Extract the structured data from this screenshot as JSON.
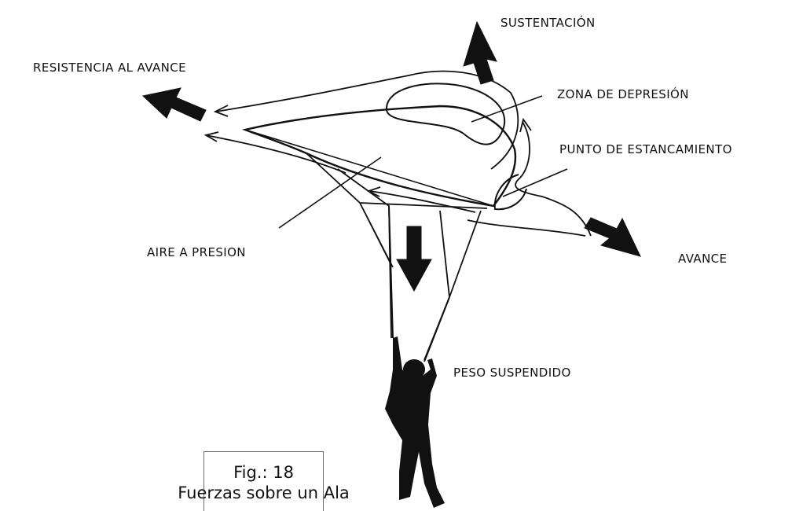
{
  "labels": {
    "lift": "SUSTENTACIÓN",
    "drag": "RESISTENCIA AL AVANCE",
    "low_pressure_zone": "ZONA DE DEPRESIÓN",
    "stagnation_point": "PUNTO DE ESTANCAMIENTO",
    "pressurized_air": "AIRE A PRESION",
    "forward": "AVANCE",
    "suspended_weight": "PESO SUSPENDIDO"
  },
  "caption": {
    "figure": "Fig.: 18",
    "title": "Fuerzas sobre un Ala"
  },
  "colors": {
    "ink": "#111111",
    "caption_border": "#6b6b6b",
    "background": "#ffffff"
  }
}
